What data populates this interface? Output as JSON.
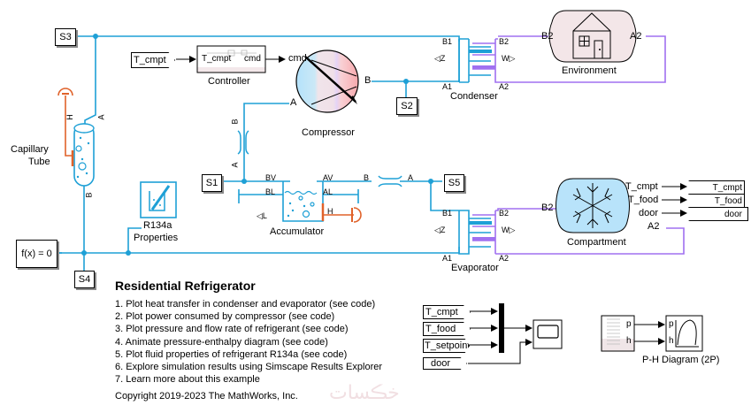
{
  "model_title": "Residential Refrigerator",
  "notes": [
    "1. Plot heat transfer in condenser and evaporator (see code)",
    "2. Plot power consumed by compressor (see code)",
    "3. Plot pressure and flow rate of refrigerant (see code)",
    "4. Animate pressure-enthalpy diagram (see code)",
    "5. Plot fluid properties of refrigerant R134a (see code)",
    "6. Explore simulation results using Simscape Results Explorer",
    "7. Learn more about this example"
  ],
  "copyright": "Copyright 2019-2023 The MathWorks, Inc.",
  "watermark": "خڪسات",
  "colors": {
    "liquid": "#1ea0d6",
    "thermal": "#a070f0",
    "heat": "#e0622a",
    "signal": "#000000",
    "env_fill": "#f3e6e8",
    "cmpt_fill": "#b8e3fa"
  },
  "blocks": {
    "controller": {
      "label": "Controller",
      "in": "T_cmpt",
      "out": "cmd"
    },
    "compressor": {
      "label": "Compressor",
      "ports": {
        "cmd": "cmd",
        "a": "A",
        "b": "B"
      }
    },
    "condenser": {
      "label": "Condenser",
      "ports": {
        "b1": "B1",
        "a1": "A1",
        "b2": "B2",
        "a2": "A2",
        "z": "◁Z",
        "w": "W▷"
      }
    },
    "evaporator": {
      "label": "Evaporator",
      "ports": {
        "b1": "B1",
        "a1": "A1",
        "b2": "B2",
        "a2": "A2",
        "z": "◁Z",
        "w": "W▷"
      }
    },
    "environment": {
      "label": "Environment",
      "ports": {
        "b2": "B2",
        "a2": "A2"
      }
    },
    "compartment": {
      "label": "Compartment",
      "ports": {
        "b2": "B2",
        "a2": "A2",
        "t_cmpt": "T_cmpt",
        "t_food": "T_food",
        "door": "door"
      }
    },
    "capillary": {
      "label_line1": "Capillary",
      "label_line2": "Tube",
      "ports": {
        "h": "H",
        "a": "A",
        "b": "B"
      }
    },
    "accumulator": {
      "label": "Accumulator",
      "ports": {
        "bv": "BV",
        "av": "AV",
        "bl": "BL",
        "al": "AL",
        "h": "H",
        "l": "◁L"
      }
    },
    "pipe_vertical": {
      "ports": {
        "a": "A",
        "b": "B"
      }
    },
    "pipe_horizontal": {
      "ports": {
        "a": "A",
        "b": "B"
      }
    },
    "r134a": {
      "label_line1": "R134a",
      "label_line2": "Properties"
    },
    "solver": {
      "label": "f(x) = 0"
    },
    "ph_diagram": {
      "label": "P-H Diagram (2P)",
      "ports": {
        "p": "p",
        "h": "h"
      }
    }
  },
  "sensors": {
    "s1": "S1",
    "s2": "S2",
    "s3": "S3",
    "s4": "S4",
    "s5": "S5"
  },
  "goto_tags": {
    "t_cmpt": "T_cmpt",
    "t_food": "T_food",
    "door": "door"
  },
  "from_tags": {
    "controller_in": "T_cmpt",
    "scope": [
      "T_cmpt",
      "T_food",
      "T_setpoint",
      "door"
    ]
  }
}
